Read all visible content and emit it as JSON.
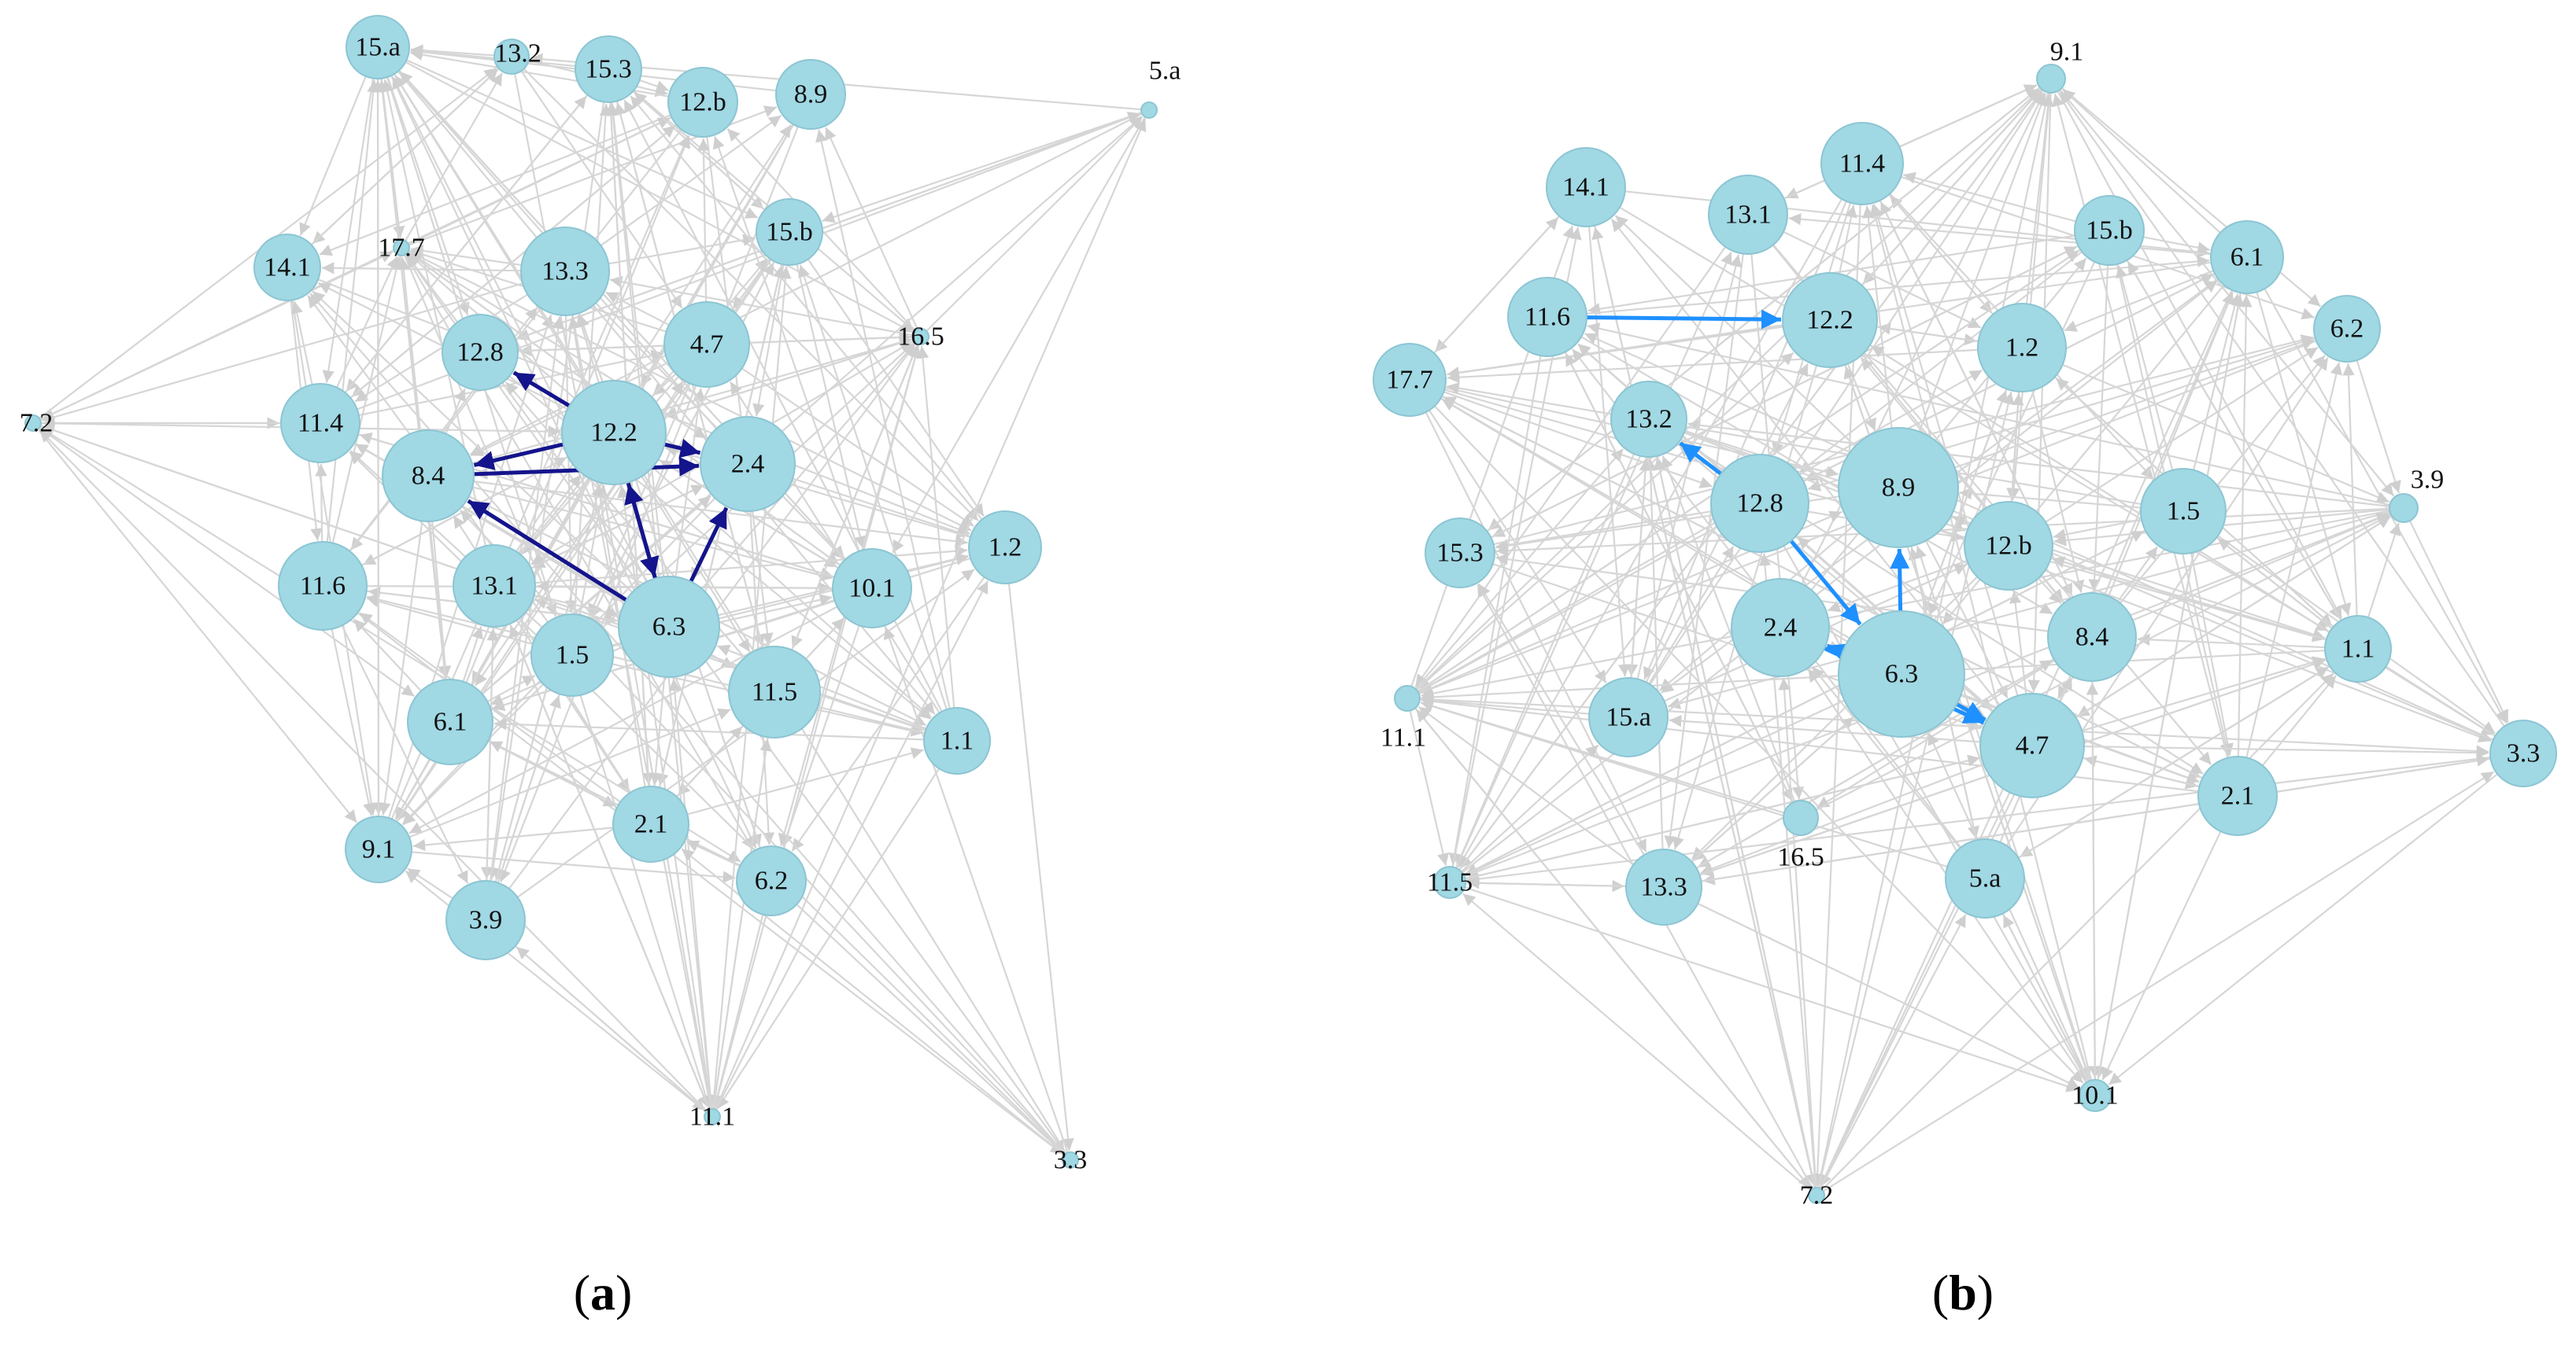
{
  "colors": {
    "node_fill": "#a0d8e4",
    "background_edge": "#d6d6d6",
    "highlight_a": "#14148c",
    "highlight_b": "#1e90ff"
  },
  "panels": [
    {
      "id": "a",
      "caption": "a",
      "nodes": [
        {
          "label": "15.a"
        },
        {
          "label": "13.2"
        },
        {
          "label": "15.3"
        },
        {
          "label": "12.b"
        },
        {
          "label": "8.9"
        },
        {
          "label": "5.a"
        },
        {
          "label": "14.1"
        },
        {
          "label": "17.7"
        },
        {
          "label": "13.3"
        },
        {
          "label": "15.b"
        },
        {
          "label": "16.5"
        },
        {
          "label": "12.8"
        },
        {
          "label": "4.7"
        },
        {
          "label": "7.2"
        },
        {
          "label": "11.4"
        },
        {
          "label": "12.2"
        },
        {
          "label": "2.4"
        },
        {
          "label": "8.4"
        },
        {
          "label": "1.2"
        },
        {
          "label": "11.6"
        },
        {
          "label": "13.1"
        },
        {
          "label": "6.3"
        },
        {
          "label": "10.1"
        },
        {
          "label": "1.5"
        },
        {
          "label": "11.5"
        },
        {
          "label": "6.1"
        },
        {
          "label": "1.1"
        },
        {
          "label": "2.1"
        },
        {
          "label": "9.1"
        },
        {
          "label": "6.2"
        },
        {
          "label": "3.9"
        },
        {
          "label": "11.1"
        },
        {
          "label": "3.3"
        }
      ],
      "highlighted_edges": [
        {
          "from": "12.2",
          "to": "12.8"
        },
        {
          "from": "12.2",
          "to": "8.4"
        },
        {
          "from": "12.2",
          "to": "2.4"
        },
        {
          "from": "8.4",
          "to": "2.4"
        },
        {
          "from": "12.2",
          "to": "6.3"
        },
        {
          "from": "6.3",
          "to": "12.2"
        },
        {
          "from": "6.3",
          "to": "8.4"
        },
        {
          "from": "6.3",
          "to": "2.4"
        }
      ]
    },
    {
      "id": "b",
      "caption": "b",
      "nodes": [
        {
          "label": "9.1"
        },
        {
          "label": "11.4"
        },
        {
          "label": "14.1"
        },
        {
          "label": "13.1"
        },
        {
          "label": "15.b"
        },
        {
          "label": "6.1"
        },
        {
          "label": "11.6"
        },
        {
          "label": "12.2"
        },
        {
          "label": "1.2"
        },
        {
          "label": "6.2"
        },
        {
          "label": "17.7"
        },
        {
          "label": "13.2"
        },
        {
          "label": "3.9"
        },
        {
          "label": "12.8"
        },
        {
          "label": "8.9"
        },
        {
          "label": "12.b"
        },
        {
          "label": "1.5"
        },
        {
          "label": "15.3"
        },
        {
          "label": "2.4"
        },
        {
          "label": "6.3"
        },
        {
          "label": "8.4"
        },
        {
          "label": "1.1"
        },
        {
          "label": "11.1"
        },
        {
          "label": "15.a"
        },
        {
          "label": "4.7"
        },
        {
          "label": "3.3"
        },
        {
          "label": "2.1"
        },
        {
          "label": "16.5"
        },
        {
          "label": "11.5"
        },
        {
          "label": "13.3"
        },
        {
          "label": "5.a"
        },
        {
          "label": "10.1"
        },
        {
          "label": "7.2"
        }
      ],
      "highlighted_edges": [
        {
          "from": "11.6",
          "to": "12.2"
        },
        {
          "from": "12.8",
          "to": "13.2"
        },
        {
          "from": "6.3",
          "to": "8.9"
        },
        {
          "from": "12.8",
          "to": "6.3"
        },
        {
          "from": "2.4",
          "to": "4.7"
        },
        {
          "from": "6.3",
          "to": "2.4"
        },
        {
          "from": "6.3",
          "to": "4.7"
        }
      ]
    }
  ]
}
